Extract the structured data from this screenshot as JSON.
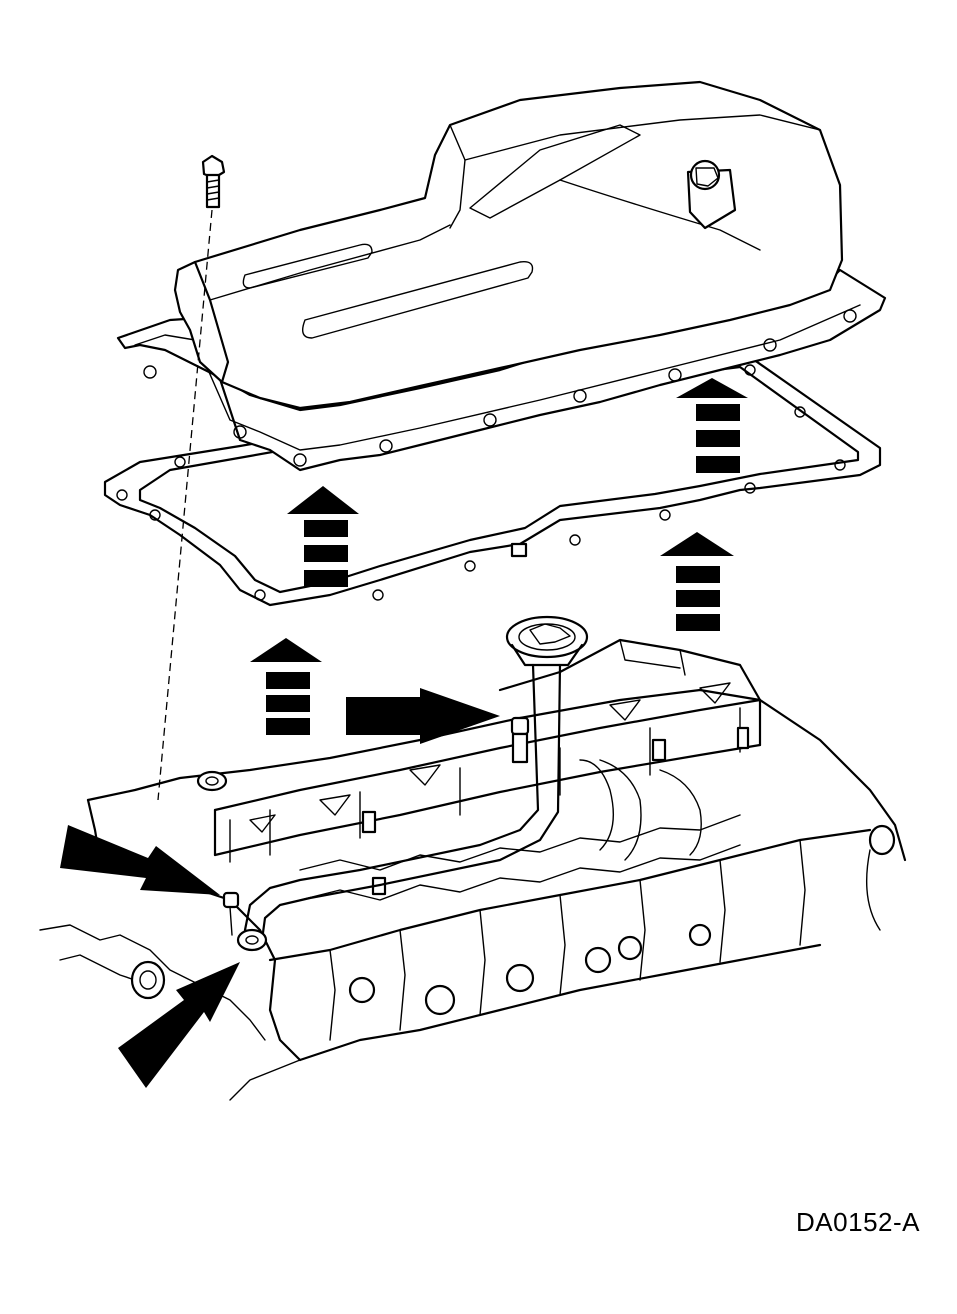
{
  "figure": {
    "id_label": "DA0152-A"
  },
  "icons": [
    "oil-pan",
    "oil-pan-gasket",
    "pan-bolt",
    "oil-pump-pickup-tube",
    "engine-block",
    "direction-arrow"
  ],
  "colors": {
    "line": "#000000",
    "background": "#ffffff"
  }
}
